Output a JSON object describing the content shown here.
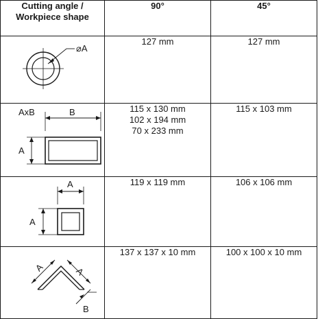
{
  "header": {
    "col1_line1": "Cutting angle /",
    "col1_line2": "Workpiece shape",
    "col2": "90°",
    "col3": "45°"
  },
  "rows": [
    {
      "shape": "round-pipe",
      "labels": {
        "dia": "⌀A"
      },
      "v90": [
        "127 mm"
      ],
      "v45": [
        "127 mm"
      ]
    },
    {
      "shape": "rectangular-pipe",
      "labels": {
        "axb": "AxB",
        "b": "B",
        "a": "A"
      },
      "v90": [
        "115 x 130 mm",
        "102 x 194 mm",
        "70 x 233 mm"
      ],
      "v45": [
        "115 x 103 mm"
      ]
    },
    {
      "shape": "square-pipe",
      "labels": {
        "a_top": "A",
        "a_side": "A"
      },
      "v90": [
        "119 x 119 mm"
      ],
      "v45": [
        "106 x 106 mm"
      ]
    },
    {
      "shape": "angle-section",
      "labels": {
        "a1": "A",
        "a2": "A",
        "b": "B"
      },
      "v90": [
        "137 x 137 x 10 mm"
      ],
      "v45": [
        "100 x 100 x 10 mm"
      ]
    }
  ]
}
